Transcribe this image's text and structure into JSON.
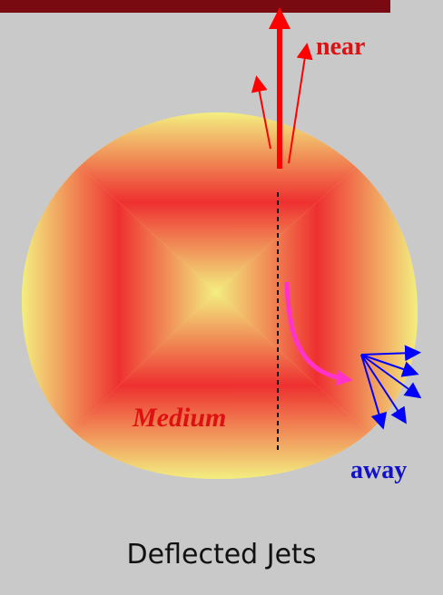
{
  "labels": {
    "near": "near",
    "medium": "Medium",
    "away": "away"
  },
  "caption": "Deflected Jets",
  "colors": {
    "background": "#c9c9c9",
    "top_bar": "#7a0a12",
    "near_jet": "#ff0000",
    "away_jet": "#0000ff",
    "deflected_path": "#ff33cc",
    "medium_core": "#ee2222",
    "medium_edge": "#f4ef7a",
    "near_label": "#dd1111",
    "medium_label": "#dd1111",
    "away_label": "#1111cc"
  }
}
